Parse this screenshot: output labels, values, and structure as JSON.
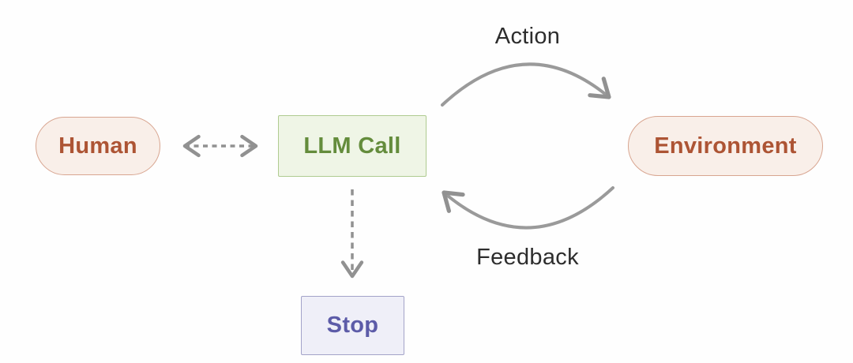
{
  "diagram": {
    "nodes": {
      "human": {
        "label": "Human",
        "shape": "pill"
      },
      "llm_call": {
        "label": "LLM Call",
        "shape": "rectangle"
      },
      "environment": {
        "label": "Environment",
        "shape": "pill"
      },
      "stop": {
        "label": "Stop",
        "shape": "rectangle"
      }
    },
    "edges": {
      "human_llm": {
        "label": "",
        "style": "dashed-bidirectional"
      },
      "llm_stop": {
        "label": "",
        "style": "dashed-down"
      },
      "llm_to_environment": {
        "label": "Action",
        "style": "curved-arc"
      },
      "environment_to_llm": {
        "label": "Feedback",
        "style": "curved-arc"
      }
    },
    "colors": {
      "pill_fill": "#f9efe9",
      "pill_border": "#d8a590",
      "pill_text": "#ad5434",
      "llm_fill": "#eff5e6",
      "llm_border": "#afcb90",
      "llm_text": "#648c3c",
      "stop_fill": "#efeff8",
      "stop_border": "#a3a3c9",
      "stop_text": "#5c5ba8",
      "arrow_gray": "#919191",
      "edge_label_text": "#2d2d2d",
      "background": "#fefefe"
    }
  }
}
